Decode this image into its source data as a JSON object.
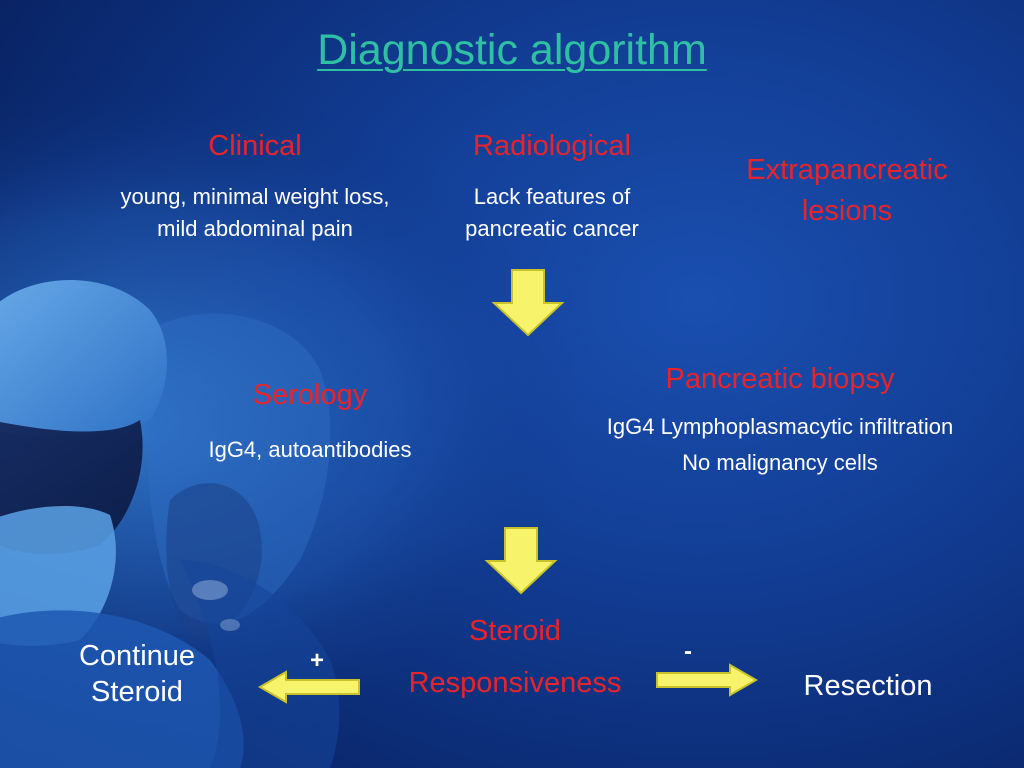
{
  "title": "Diagnostic algorithm",
  "criteria": {
    "clinical": {
      "heading": "Clinical",
      "line1": "young, minimal weight loss,",
      "line2": "mild abdominal pain"
    },
    "radiological": {
      "heading": "Radiological",
      "line1": "Lack features of",
      "line2": "pancreatic cancer"
    },
    "extrapancreatic": {
      "line1": "Extrapancreatic",
      "line2": "lesions"
    }
  },
  "serology": {
    "heading": "Serology",
    "text": "IgG4, autoantibodies"
  },
  "biopsy": {
    "heading": "Pancreatic biopsy",
    "line1": "IgG4 Lymphoplasmacytic infiltration",
    "line2": "No malignancy cells"
  },
  "steroid": {
    "line1": "Steroid",
    "line2": "Responsiveness"
  },
  "outcomes": {
    "positive_sign": "+",
    "negative_sign": "-",
    "continue_line1": "Continue",
    "continue_line2": "Steroid",
    "resection": "Resection"
  },
  "colors": {
    "title": "#2fc0a4",
    "heading": "#e8242b",
    "arrow_fill": "#f7f36a",
    "arrow_stroke": "#c9c22a"
  },
  "icons": {
    "arrow_down": "down-arrow-icon",
    "arrow_left": "left-arrow-icon",
    "arrow_right": "right-arrow-icon"
  }
}
